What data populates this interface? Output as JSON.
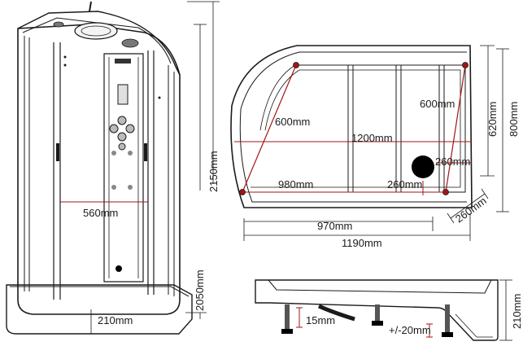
{
  "colors": {
    "ink": "#1a1a1a",
    "dimension_red": "#a31515",
    "background": "#ffffff",
    "panel": "#f4f4f4",
    "drain": "#000000"
  },
  "front_view": {
    "height_overall": "2150mm",
    "height_to_tray": "2050mm",
    "door_width": "560mm",
    "tray_height": "210mm"
  },
  "plan_view": {
    "diagonal_left": "600mm",
    "diagonal_right": "600mm",
    "span_inner": "1200mm",
    "drain_offset_right": "260mm",
    "front_inner": "980mm",
    "drain_offset_front": "260mm",
    "depth_overall": "800mm",
    "depth_inner": "620mm",
    "corner_offset": "260mm",
    "width_inner": "970mm",
    "width_overall": "1190mm"
  },
  "tray_section": {
    "leg_gap": "15mm",
    "leg_adjust": "+/-20mm",
    "tray_height": "210mm"
  }
}
